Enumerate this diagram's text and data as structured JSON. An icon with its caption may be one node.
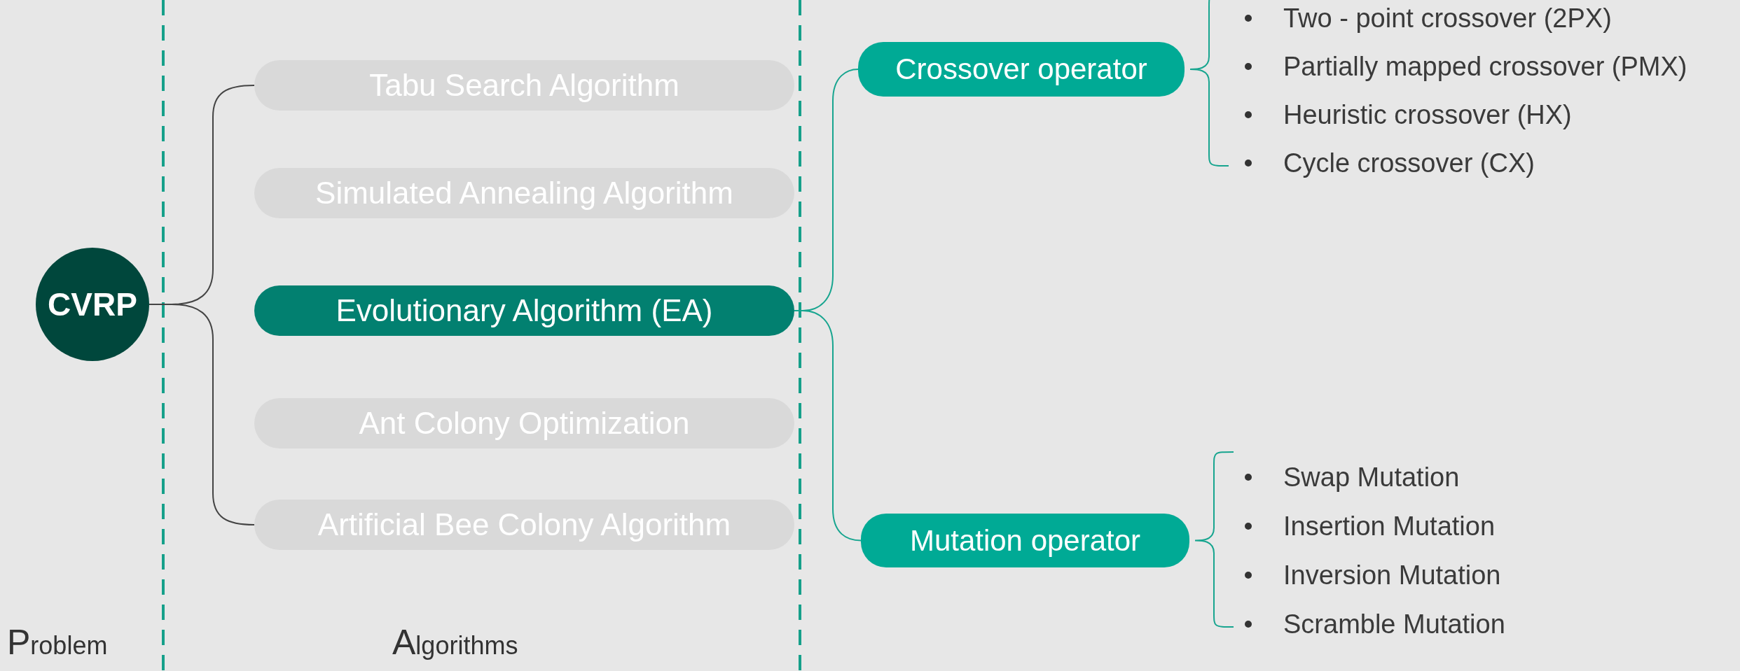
{
  "diagram": {
    "nodes": [
      {
        "text": [
          "CVRP"
        ]
      },
      {
        "text": [
          "Tabu Search Algorithm"
        ]
      },
      {
        "text": [
          "Simulated Annealing Algorithm"
        ]
      },
      {
        "text": [
          "Evolutionary Algorithm (EA)"
        ]
      },
      {
        "text": [
          "Ant Colony Optimization"
        ]
      },
      {
        "text": [
          "Artificial Bee Colony Algorithm"
        ]
      },
      {
        "text": [
          "Crossover operator"
        ],
        "beside": [
          "Two - point crossover (2PX)",
          "Partially mapped crossover (PMX)",
          "Heuristic crossover (HX)",
          "Cycle crossover (CX)"
        ]
      },
      {
        "text": [
          "Mutation operator"
        ],
        "beside": [
          "Swap Mutation",
          "Insertion Mutation",
          "Inversion Mutation",
          "Scramble Mutation"
        ]
      }
    ],
    "edges": [
      {
        "from": 0,
        "to": 1,
        "arrow": "none"
      },
      {
        "from": 0,
        "to": 5,
        "arrow": "none"
      },
      {
        "from": 3,
        "to": 6,
        "arrow": "none",
        "color": "#17a58f"
      },
      {
        "from": 3,
        "to": 7,
        "arrow": "none",
        "color": "#17a58f"
      }
    ],
    "labels": [
      "Problem",
      "Algorithms"
    ]
  }
}
